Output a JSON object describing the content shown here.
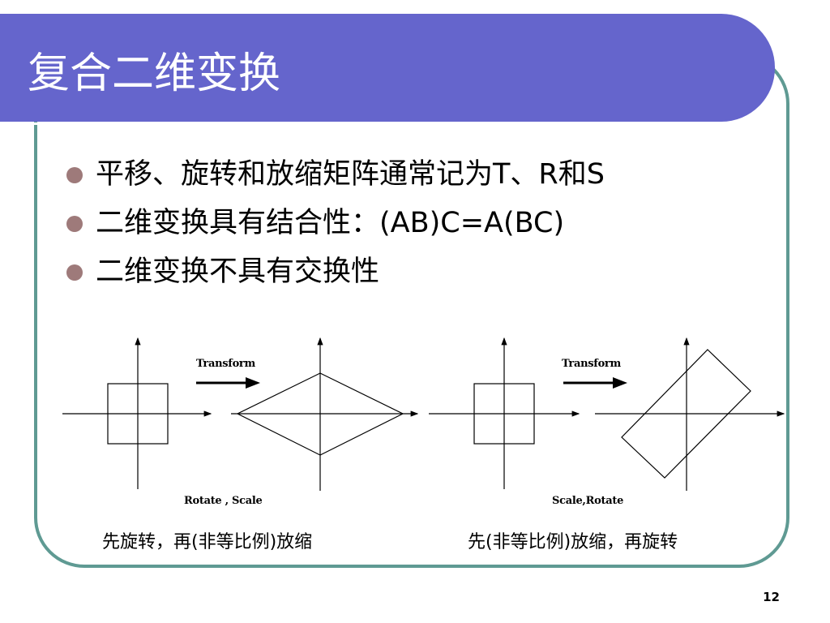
{
  "slide": {
    "title": "复合二维变换",
    "bullets": [
      {
        "text": "平移、旋转和放缩矩阵通常记为T、R和S"
      },
      {
        "text": "二维变换具有结合性：(AB)C=A(BC)"
      },
      {
        "text": "二维变换不具有交换性"
      }
    ],
    "figures": [
      {
        "arrow_label": "Transform",
        "op_label": "Rotate , Scale",
        "caption": "先旋转，再(非等比例)放缩"
      },
      {
        "arrow_label": "Transform",
        "op_label": "Scale,Rotate",
        "caption": "先(非等比例)放缩，再旋转"
      }
    ],
    "page_number": "12"
  },
  "colors": {
    "title_bar": "#6565cc",
    "frame_border": "#5f9a93",
    "bullet_dot": "#9e7a7a"
  }
}
